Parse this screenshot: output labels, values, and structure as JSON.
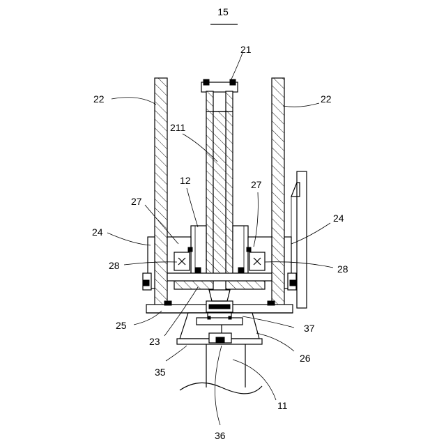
{
  "figure": {
    "number": "15"
  },
  "labels": {
    "l21": "21",
    "l22_left": "22",
    "l22_right": "22",
    "l211": "211",
    "l12": "12",
    "l27_left": "27",
    "l27_right": "27",
    "l24_left": "24",
    "l24_right": "24",
    "l28_left": "28",
    "l28_right": "28",
    "l25": "25",
    "l37": "37",
    "l23": "23",
    "l26": "26",
    "l35": "35",
    "l11": "11",
    "l36": "36"
  }
}
